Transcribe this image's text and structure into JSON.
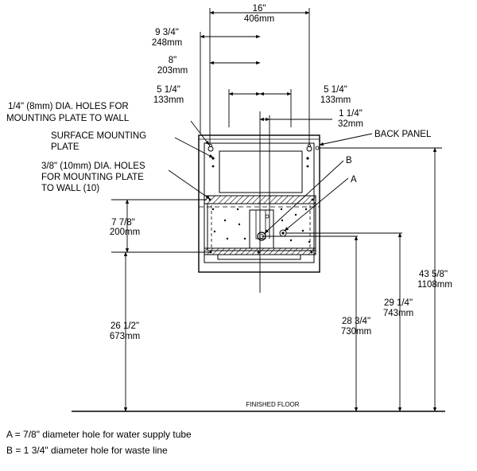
{
  "dimensions": {
    "overall_width": {
      "imperial": "16\"",
      "metric": "406mm"
    },
    "hole_spacing_outer": {
      "imperial": "9 3/4\"",
      "metric": "248mm"
    },
    "hole_spacing_inner": {
      "imperial": "8\"",
      "metric": "203mm"
    },
    "left_offset": {
      "imperial": "5 1/4\"",
      "metric": "133mm"
    },
    "right_offset": {
      "imperial": "5 1/4\"",
      "metric": "133mm"
    },
    "supply_offset": {
      "imperial": "1 1/4\"",
      "metric": "32mm"
    },
    "plate_height": {
      "imperial": "7 7/8\"",
      "metric": "200mm"
    },
    "floor_to_plate": {
      "imperial": "26 1/2\"",
      "metric": "673mm"
    },
    "floor_to_supply": {
      "imperial": "28 3/4\"",
      "metric": "730mm"
    },
    "floor_to_waste": {
      "imperial": "29 1/4\"",
      "metric": "743mm"
    },
    "floor_to_top": {
      "imperial": "43 5/8\"",
      "metric": "1108mm"
    }
  },
  "callouts": {
    "holes_8mm_line1": "1/4\" (8mm) DIA. HOLES FOR",
    "holes_8mm_line2": "MOUNTING PLATE TO WALL",
    "surface_plate_line1": "SURFACE MOUNTING",
    "surface_plate_line2": "PLATE",
    "holes_10mm_line1": "3/8\" (10mm) DIA. HOLES",
    "holes_10mm_line2": "FOR MOUNTING PLATE",
    "holes_10mm_line3": "TO WALL (10)",
    "back_panel": "BACK PANEL",
    "marker_b": "B",
    "marker_a": "A",
    "floor": "FINISHED FLOOR"
  },
  "legend": {
    "a": "A = 7/8\" diameter hole for water supply tube",
    "b": "B = 1 3/4\" diameter hole for waste line"
  }
}
